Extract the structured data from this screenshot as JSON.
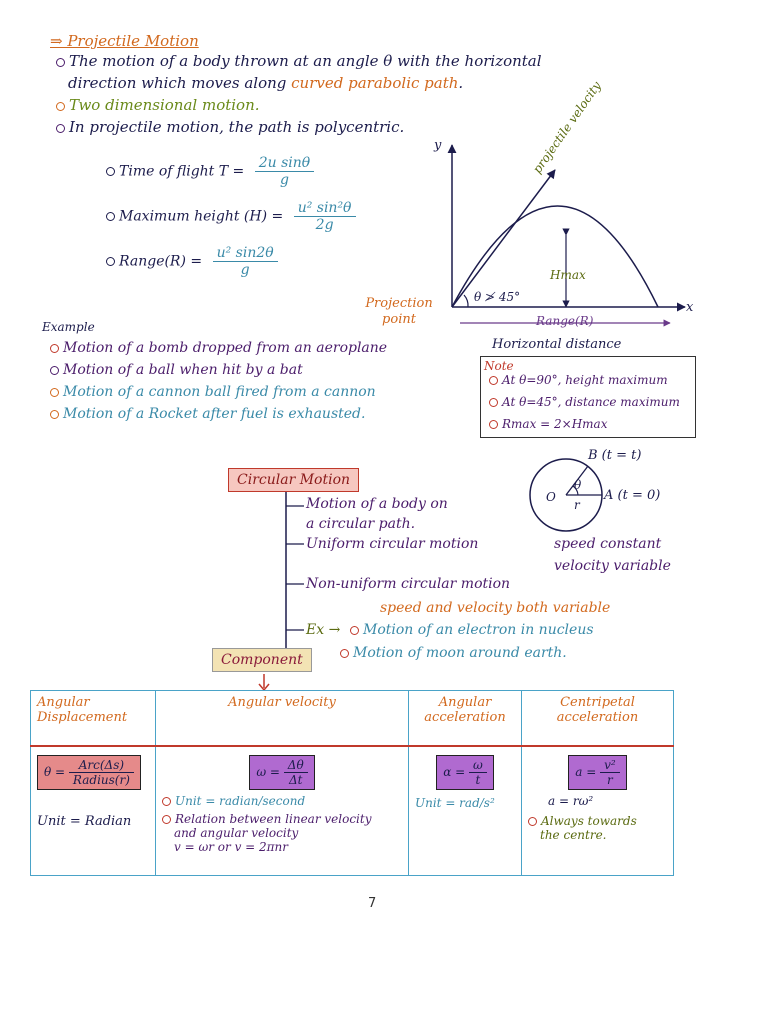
{
  "projectile": {
    "heading": "⇒ Projectile Motion",
    "line1a": "The motion of a body thrown at an angle θ with the horizontal",
    "line1b": "direction which moves along",
    "line1c": "curved parabolic path",
    "line1d": ".",
    "line2": "Two dimensional motion.",
    "line3": "In projectile motion, the path is polycentric.",
    "tof_label": "Time of flight T =",
    "tof_num": "2u sinθ",
    "tof_den": "g",
    "hmax_label": "Maximum height (H) =",
    "hmax_num": "u² sin²θ",
    "hmax_den": "2g",
    "range_label": "Range(R) =",
    "range_num": "u² sin2θ",
    "range_den": "g"
  },
  "graph": {
    "y_axis": "y",
    "x_axis": "x",
    "velocity": "projectile velocity",
    "hmax": "Hmax",
    "angle": "θ ≯ 45°",
    "proj_point": "Projection point",
    "range": "Range(R)",
    "horizontal": "Horizontal distance"
  },
  "examples": {
    "title": "Example",
    "items": [
      "Motion of a bomb dropped from an aeroplane",
      "Motion of a ball when hit by a bat",
      "Motion of a cannon ball fired from a cannon",
      "Motion of a Rocket after fuel is exhausted."
    ]
  },
  "note": {
    "title": "Note",
    "items": [
      "At θ=90°, height maximum",
      "At θ=45°, distance maximum",
      "Rmax = 2×Hmax"
    ]
  },
  "circular": {
    "title": "Circular Motion",
    "b1a": "Motion of a body on",
    "b1b": "a circular path.",
    "b2": "Uniform circular motion",
    "b2a": "speed constant",
    "b2b": "velocity variable",
    "b3": "Non-uniform circular motion",
    "b3a": "speed and velocity both variable",
    "ex": "Ex →",
    "ex1": "Motion of an electron in nucleus",
    "ex2": "Motion of moon around earth.",
    "circle_b": "B (t = t)",
    "circle_a": "A (t = 0)",
    "circle_o": "O",
    "circle_r": "r",
    "circle_theta": "θ"
  },
  "component": {
    "title": "Component",
    "col1": {
      "head": "Angular Displacement",
      "f_left": "θ =",
      "f_num": "Arc(Δs)",
      "f_den": "Radius(r)",
      "unit": "Unit = Radian"
    },
    "col2": {
      "head": "Angular velocity",
      "f_left": "ω =",
      "f_num": "Δθ",
      "f_den": "Δt",
      "unit": "Unit = radian/second",
      "rel1": "Relation between linear velocity",
      "rel2": "and angular velocity",
      "rel3": "v = ωr  or  v = 2πnr"
    },
    "col3": {
      "head": "Angular acceleration",
      "f_left": "α =",
      "f_num": "ω",
      "f_den": "t",
      "unit": "Unit = rad/s²"
    },
    "col4": {
      "head": "Centripetal acceleration",
      "f_left": "a =",
      "f_num": "v²",
      "f_den": "r",
      "f2": "a = rω²",
      "note1": "Always towards",
      "note2": "the centre."
    }
  },
  "page_number": "7",
  "colors": {
    "heading": "#d2691e",
    "ink": "#1c1c4c",
    "green": "#6a8a1a",
    "teal": "#3a8aa8",
    "box_red": "#e58a8a",
    "box_purple": "#b06ad0",
    "box_blue": "#6aa8d8",
    "box_yellow": "#f3e3b4"
  }
}
